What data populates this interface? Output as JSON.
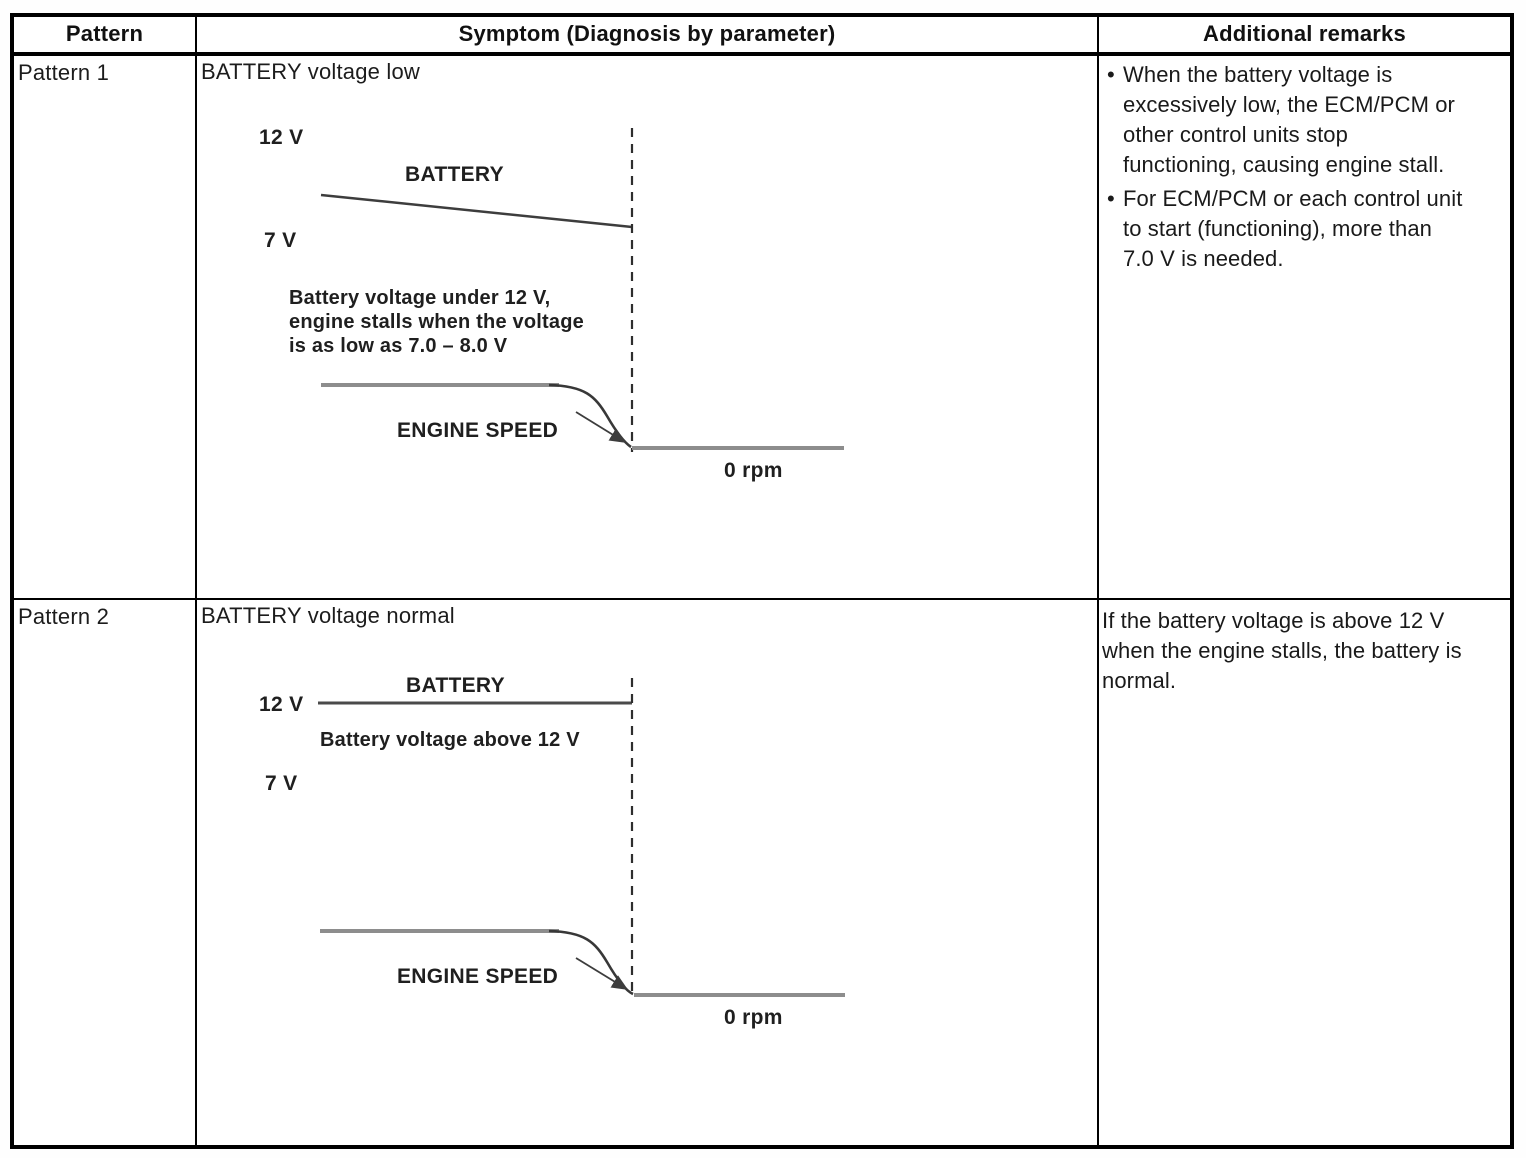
{
  "bullet_char": "•",
  "table": {
    "headers": {
      "pattern": "Pattern",
      "symptom": "Symptom (Diagnosis by parameter)",
      "remarks": "Additional remarks"
    },
    "rows": [
      {
        "pattern": "Pattern 1",
        "symptom_title": "BATTERY voltage low",
        "diagram": {
          "type": "waveform",
          "v12_label": "12 V",
          "v7_label": "7 V",
          "battery_label": "BATTERY",
          "annotation_lines": [
            "Battery voltage under 12 V,",
            "engine stalls when the voltage",
            "is as low as 7.0 – 8.0 V"
          ],
          "engine_speed_label": "ENGINE SPEED",
          "zero_rpm_label": "0 rpm",
          "battery_trace": "slowly declining from below 12 V toward 7 V until stall",
          "engine_speed_trace": "steady, then drops to 0 rpm at stall point"
        },
        "remarks": [
          {
            "lines": [
              "When the battery voltage is",
              "excessively low, the ECM/PCM or",
              "other control units stop",
              "functioning, causing engine stall."
            ]
          },
          {
            "lines": [
              "For ECM/PCM or each control unit",
              "to start (functioning), more than",
              "7.0 V is needed."
            ]
          }
        ]
      },
      {
        "pattern": "Pattern 2",
        "symptom_title": "BATTERY voltage normal",
        "diagram": {
          "type": "waveform",
          "v12_label": "12 V",
          "v7_label": "7 V",
          "battery_label": "BATTERY",
          "annotation_lines": [
            "Battery voltage above 12 V"
          ],
          "engine_speed_label": "ENGINE SPEED",
          "zero_rpm_label": "0 rpm",
          "battery_trace": "flat at 12 V through stall",
          "engine_speed_trace": "steady, then drops to 0 rpm at stall point"
        },
        "remarks_lines": [
          "If the battery voltage is above 12 V",
          "when the engine stalls, the battery is",
          "normal."
        ]
      }
    ]
  }
}
